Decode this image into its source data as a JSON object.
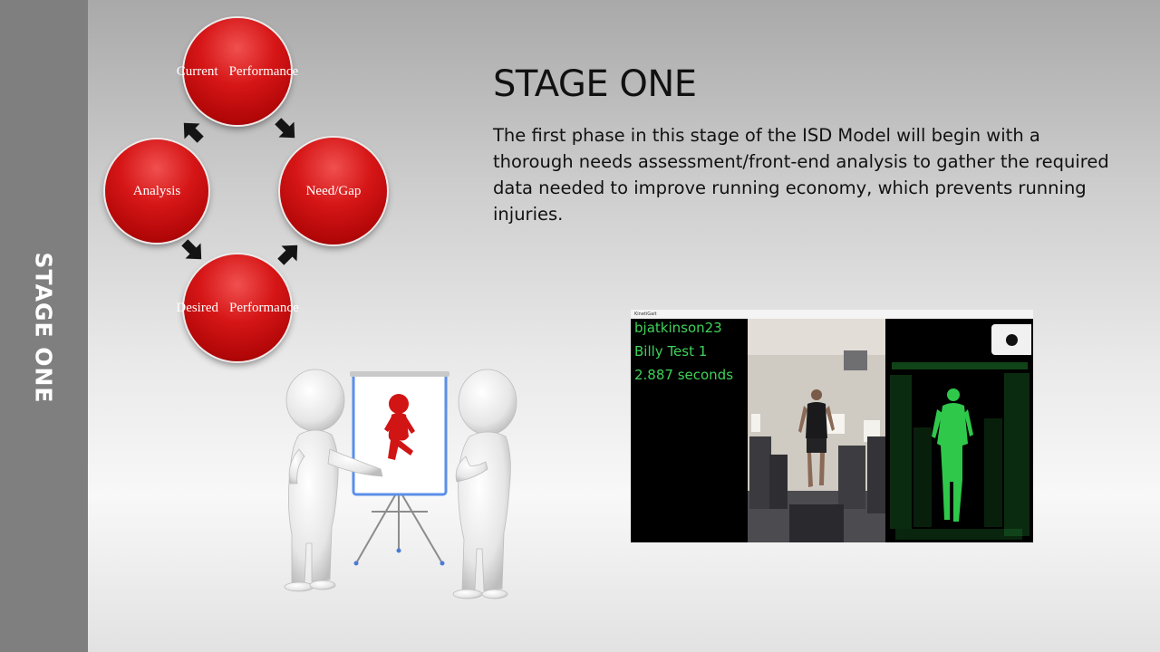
{
  "sidebar": {
    "label": "STAGE ONE"
  },
  "slide": {
    "title": "STAGE ONE",
    "body": "The first phase in this stage of the ISD Model will begin with a thorough needs assessment/front-end analysis to gather the required data needed to improve running economy, which prevents running injuries."
  },
  "cycle": {
    "top": [
      "Current",
      "Performance"
    ],
    "right": "Need/Gap",
    "bottom": [
      "Desired",
      "Performance"
    ],
    "left": "Analysis",
    "node_color": "#c8090a"
  },
  "video": {
    "window_title": "KinetiGait",
    "username": "bjatkinson23",
    "test_name": "Billy Test 1",
    "duration": "2.887 seconds",
    "stats_color": "#3fd25a",
    "depth_color": "#2fc84b",
    "record_icon": "record-icon"
  }
}
